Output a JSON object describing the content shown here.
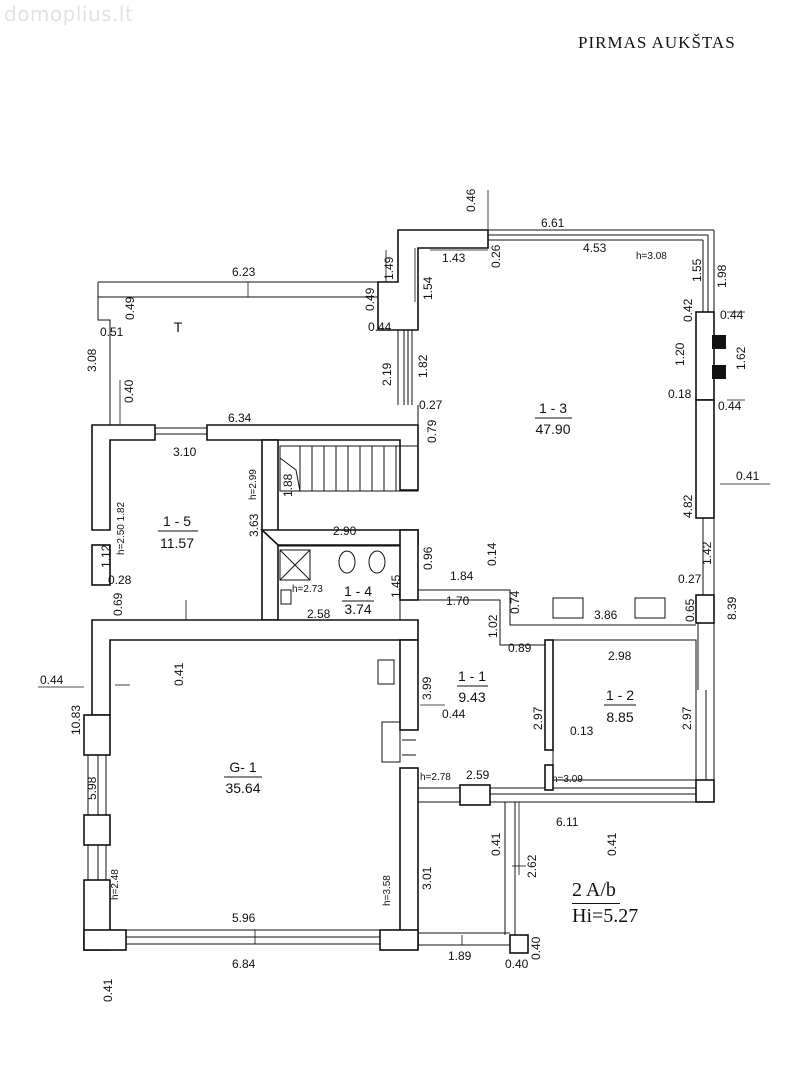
{
  "watermark": "domoplius.lt",
  "title": "PIRMAS AUKŠTAS",
  "stamp": {
    "line1": "2 A/b",
    "sup": "2",
    "line2": "Hi=5.27"
  },
  "rooms": [
    {
      "code": "T",
      "area": ""
    },
    {
      "code": "1 - 3",
      "area": "47.90"
    },
    {
      "code": "1 - 5",
      "area": "11.57"
    },
    {
      "code": "1 - 4",
      "area": "3.74"
    },
    {
      "code": "1 - 1",
      "area": "9.43"
    },
    {
      "code": "1 - 2",
      "area": "8.85"
    },
    {
      "code": "G- 1",
      "area": "35.64"
    }
  ],
  "dimensions": {
    "d046": "0.46",
    "d661": "6.61",
    "d453": "4.53",
    "d308h": "h=3.08",
    "d143": "1.43",
    "d026": "0.26",
    "d155": "1.55",
    "d198": "1.98",
    "d149": "1.49",
    "d154": "1.54",
    "d623": "6.23",
    "d049a": "0.49",
    "d049b": "0.49",
    "d051": "0.51",
    "d044a": "0.44",
    "d042": "0.42",
    "d044b": "0.44",
    "d120": "1.20",
    "d162": "1.62",
    "d018": "0.18",
    "d044c": "0.44",
    "d308": "3.08",
    "d219": "2.19",
    "d182a": "1.82",
    "d040": "0.40",
    "d027a": "0.27",
    "d079": "0.79",
    "d634": "6.34",
    "d310": "3.10",
    "d299": "h=2.99",
    "d188": "1.88",
    "d182b": "h=2.50 1.82",
    "d363": "3.63",
    "d290": "2.90",
    "d041a": "0.41",
    "d482": "4.82",
    "d112": "1.12",
    "d028": "0.28",
    "d096": "0.96",
    "d014": "0.14",
    "d142": "1.42",
    "d273": "h=2.73",
    "d145": "1.45",
    "d184": "1.84",
    "d170": "1.70",
    "d074": "0.74",
    "d027b": "0.27",
    "d069": "0.69",
    "d258": "2.58",
    "d102": "1.02",
    "d386": "3.86",
    "d065": "0.65",
    "d839": "8.39",
    "d089": "0.89",
    "d298": "2.98",
    "d041b": "0.41",
    "d399": "3.99",
    "d044d": "0.44",
    "d297a": "2.97",
    "d297b": "2.97",
    "d013": "0.13",
    "d1083": "10.83",
    "d044e": "0.44",
    "d598": "5.98",
    "d278": "h=2.78",
    "d259": "2.59",
    "d309": "h=3.09",
    "d611": "6.11",
    "d041c": "0.41",
    "d262": "2.62",
    "d041d": "0.41",
    "d248": "h=2.48",
    "d358": "h=3.58",
    "d301": "3.01",
    "d596": "5.96",
    "d684": "6.84",
    "d189": "1.89",
    "d040b": "0.40",
    "d040c": "0.40",
    "d041e": "0.41"
  }
}
